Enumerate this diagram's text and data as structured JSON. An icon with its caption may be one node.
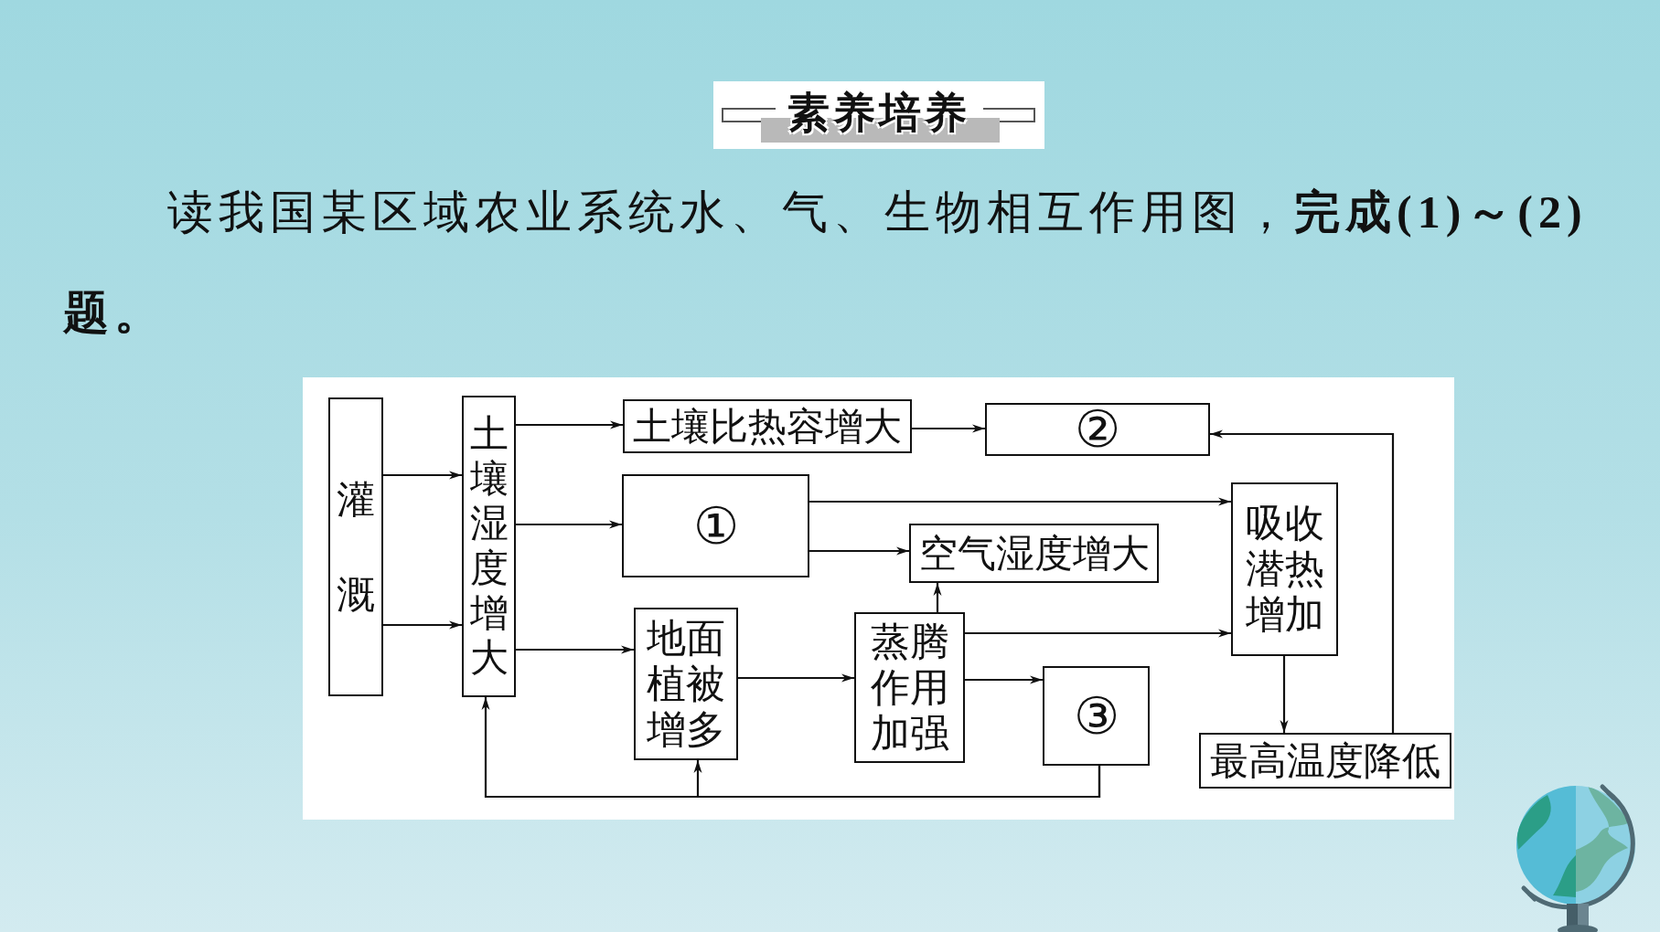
{
  "diagram": {
    "title": "素养培养",
    "caption": "读我国某区域农业系统水、气、生物相互作用图，**完成(1)～(2)题。**",
    "nodes": [
      {
        "text": [
          "灌溉"
        ]
      },
      {
        "text": [
          "土壤湿度增大"
        ]
      },
      {
        "text": [
          "土壤比热容增大"
        ]
      },
      {
        "text": [
          "②"
        ]
      },
      {
        "text": [
          "①"
        ]
      },
      {
        "text": [
          "吸收潜热增加"
        ]
      },
      {
        "text": [
          "空气湿度增大"
        ]
      },
      {
        "text": [
          "地面植被增多"
        ]
      },
      {
        "text": [
          "蒸腾作用加强"
        ]
      },
      {
        "text": [
          "③"
        ]
      },
      {
        "text": [
          "最高温度降低"
        ]
      }
    ],
    "edges": [
      {
        "from": 0,
        "to": 1,
        "arrow": "to"
      },
      {
        "from": 0,
        "to": 1,
        "arrow": "to"
      },
      {
        "from": 1,
        "to": 2,
        "arrow": "to"
      },
      {
        "from": 1,
        "to": 4,
        "arrow": "to"
      },
      {
        "from": 1,
        "to": 7,
        "arrow": "to"
      },
      {
        "from": 2,
        "to": 3,
        "arrow": "to"
      },
      {
        "from": 4,
        "to": 5,
        "arrow": "to"
      },
      {
        "from": 4,
        "to": 6,
        "arrow": "to"
      },
      {
        "from": 7,
        "to": 8,
        "arrow": "to"
      },
      {
        "from": 8,
        "to": 6,
        "arrow": "to"
      },
      {
        "from": 8,
        "to": 5,
        "arrow": "to"
      },
      {
        "from": 8,
        "to": 9,
        "arrow": "to"
      },
      {
        "from": 5,
        "to": 10,
        "arrow": "to"
      },
      {
        "from": 10,
        "to": 3,
        "arrow": "to"
      },
      {
        "from": 9,
        "to": 1,
        "arrow": "to"
      },
      {
        "from": 9,
        "to": 7,
        "arrow": "to"
      }
    ]
  }
}
